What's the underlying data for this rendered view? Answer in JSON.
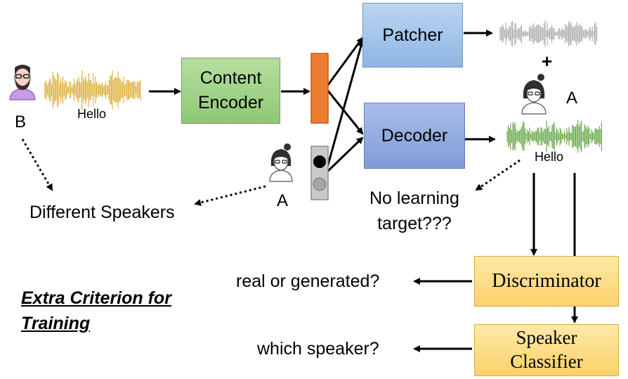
{
  "speakers": {
    "b_label": "B",
    "a_label_input": "A",
    "a_label_output": "A"
  },
  "audio": {
    "input_word": "Hello",
    "output_word": "Hello"
  },
  "blocks": {
    "content_encoder": "Content\nEncoder",
    "patcher": "Patcher",
    "decoder": "Decoder",
    "discriminator": "Discriminator",
    "speaker_classifier": "Speaker\nClassifier"
  },
  "annotations": {
    "plus": "+",
    "different_speakers": "Different Speakers",
    "no_learning_target": "No learning\ntarget???",
    "real_or_generated": "real or generated?",
    "which_speaker": "which speaker?",
    "extra_criterion": "Extra Criterion for\nTraining"
  },
  "colors": {
    "waveform_input": "#d9a21a",
    "waveform_patcher": "#a0a0a0",
    "waveform_output": "#4e9a2b",
    "content_vector": "#ed7d31",
    "speaker_vector_box": "#c9c9c9",
    "speaker_dot_active": "#000000",
    "speaker_dot_inactive": "#a6a6a6",
    "avatar_b_shirt": "#c79be8"
  }
}
